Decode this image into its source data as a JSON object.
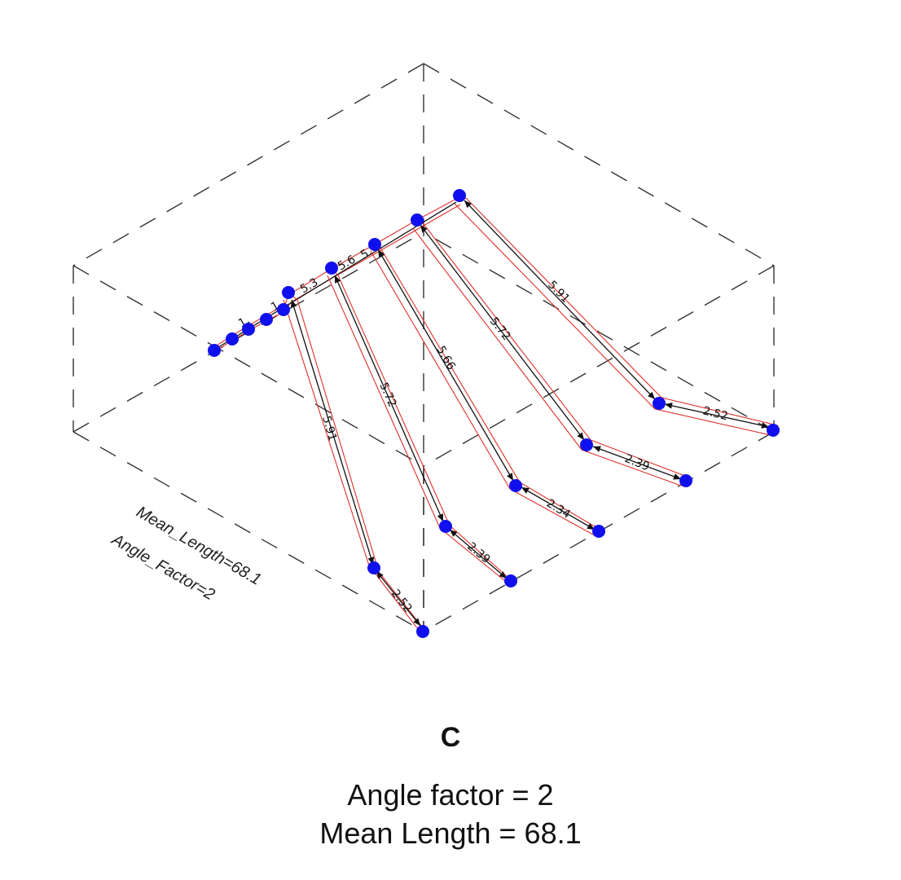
{
  "caption": {
    "letter": "C",
    "angle_line": "Angle factor = 2",
    "length_line": "Mean Length = 68.1"
  },
  "annotations": {
    "mean_length": "Mean_Length=68.1",
    "angle_factor": "Angle_Factor=2"
  },
  "branches": [
    {
      "segments": [
        "5.91",
        "2.52"
      ]
    },
    {
      "segments": [
        "5.72",
        "2.39"
      ]
    },
    {
      "segments": [
        "5.66",
        "2.34"
      ]
    },
    {
      "segments": [
        "5.72",
        "2.39"
      ]
    },
    {
      "segments": [
        "5.91",
        "2.52"
      ]
    }
  ],
  "colors": {
    "node": "#1010ee",
    "tube": "#e0302a",
    "arrow": "#111111",
    "box": "#333333"
  }
}
